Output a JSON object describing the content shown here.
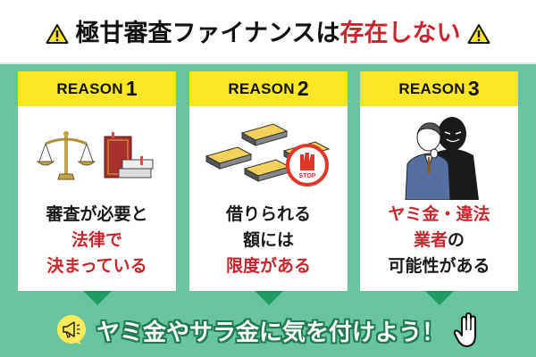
{
  "title": {
    "part_black": "極甘審査ファイナンスは",
    "part_red": "存在しない",
    "left_icon": "warning-icon",
    "right_icon": "warning-icon"
  },
  "colors": {
    "green_bg": "#69c4a0",
    "yellow_header": "#fde725",
    "red_accent": "#c8262f",
    "arrow_green": "#1e9c63",
    "text_dark": "#111111"
  },
  "reasons": [
    {
      "label": "REASON",
      "number": "1",
      "illustration": "scales-and-law-books",
      "lines": [
        {
          "black": "審査が必要と",
          "red": ""
        },
        {
          "black": "",
          "red": "法律で"
        },
        {
          "black": "",
          "red": "決まっている"
        }
      ]
    },
    {
      "label": "REASON",
      "number": "2",
      "illustration": "money-stacks-with-stop-sign",
      "stop_text": "STOP",
      "lines": [
        {
          "black": "借りられる",
          "red": ""
        },
        {
          "black": "額には",
          "red": ""
        },
        {
          "black": "",
          "red": "限度がある"
        }
      ]
    },
    {
      "label": "REASON",
      "number": "3",
      "illustration": "businessman-with-shadow-figure",
      "lines": [
        {
          "black": "",
          "red": "ヤミ金・違法"
        },
        {
          "red": "業者",
          "black": "の"
        },
        {
          "black": "可能性がある",
          "red": ""
        }
      ]
    }
  ],
  "bottom": {
    "message": "ヤミ金やサラ金に気を付けよう！",
    "left_icon": "megaphone-icon",
    "right_icon": "raised-hand-icon"
  }
}
